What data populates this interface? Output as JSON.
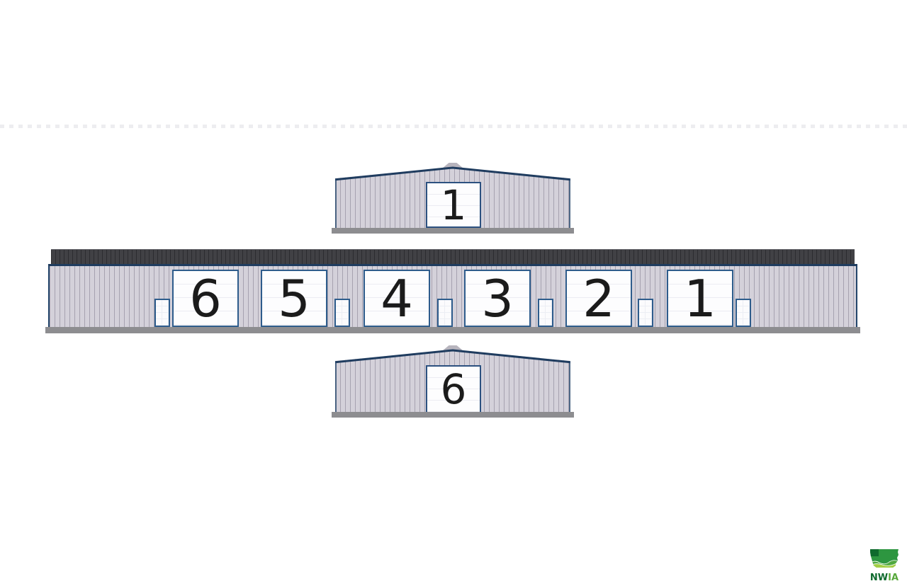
{
  "diagram": {
    "north_elevation": {
      "door_number": "1"
    },
    "side_elevation": {
      "unit_numbers": [
        "6",
        "5",
        "4",
        "3",
        "2",
        "1"
      ]
    },
    "south_elevation": {
      "door_number": "6"
    },
    "logo": {
      "nw": "NW",
      "ia": "IA"
    }
  },
  "colors": {
    "siding": "#d4d1da",
    "siding_rib": "#a6a2b0",
    "roof_navy": "#1f3c5f",
    "roof_band": "#414145",
    "foundation": "#8d8d90",
    "door_border": "#2e5c8c",
    "number_black": "#1b1b1b",
    "logo_green_dark": "#0e6a2d",
    "logo_green": "#2d9640",
    "logo_green_light": "#a3ce45"
  }
}
